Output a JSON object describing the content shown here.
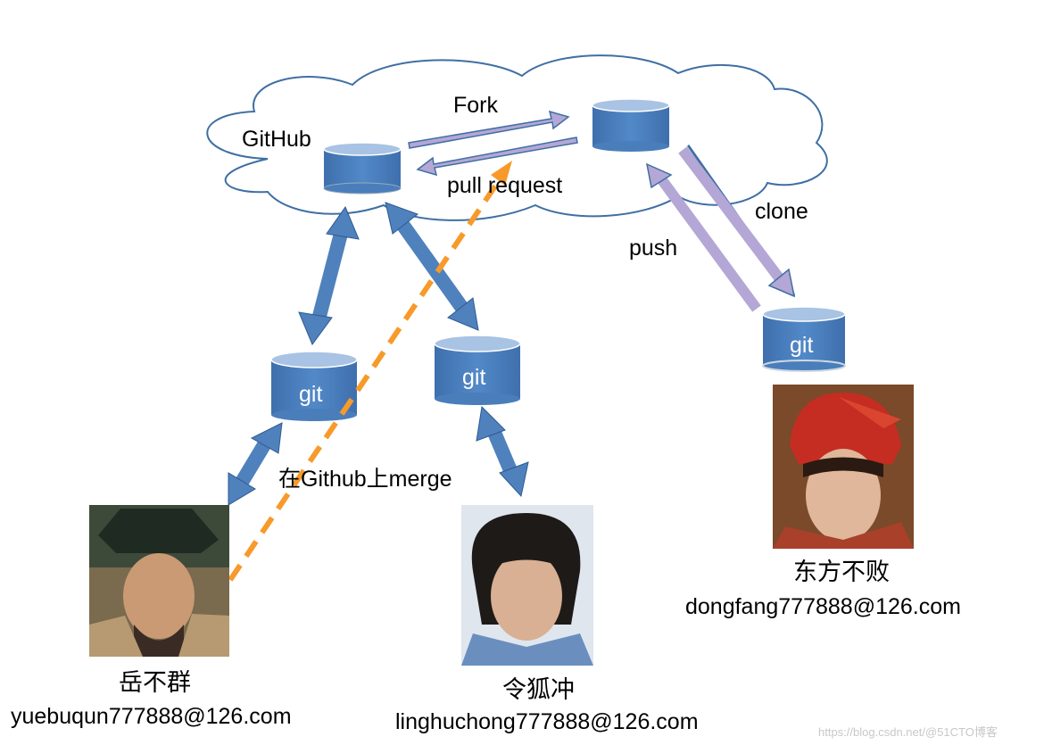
{
  "labels": {
    "github": "GitHub",
    "fork": "Fork",
    "pull_request": "pull request",
    "clone": "clone",
    "push": "push",
    "merge": "在Github上merge",
    "repo_git": "git"
  },
  "people": [
    {
      "name": "岳不群",
      "email": "yuebuqun777888@126.com"
    },
    {
      "name": "令狐冲",
      "email": "linghuchong777888@126.com"
    },
    {
      "name": "东方不败",
      "email": "dongfang777888@126.com"
    }
  ],
  "watermark": "https://blog.csdn.net/@51CTO博客",
  "colors": {
    "cloud_stroke": "#3f6fa3",
    "repo_fill": "#4a7ebb",
    "repo_top": "#a8c3e3",
    "blue_arrow": "#4f81bd",
    "purple_arrow": "#b4a7d6",
    "merge_dash": "#f79a2a"
  }
}
